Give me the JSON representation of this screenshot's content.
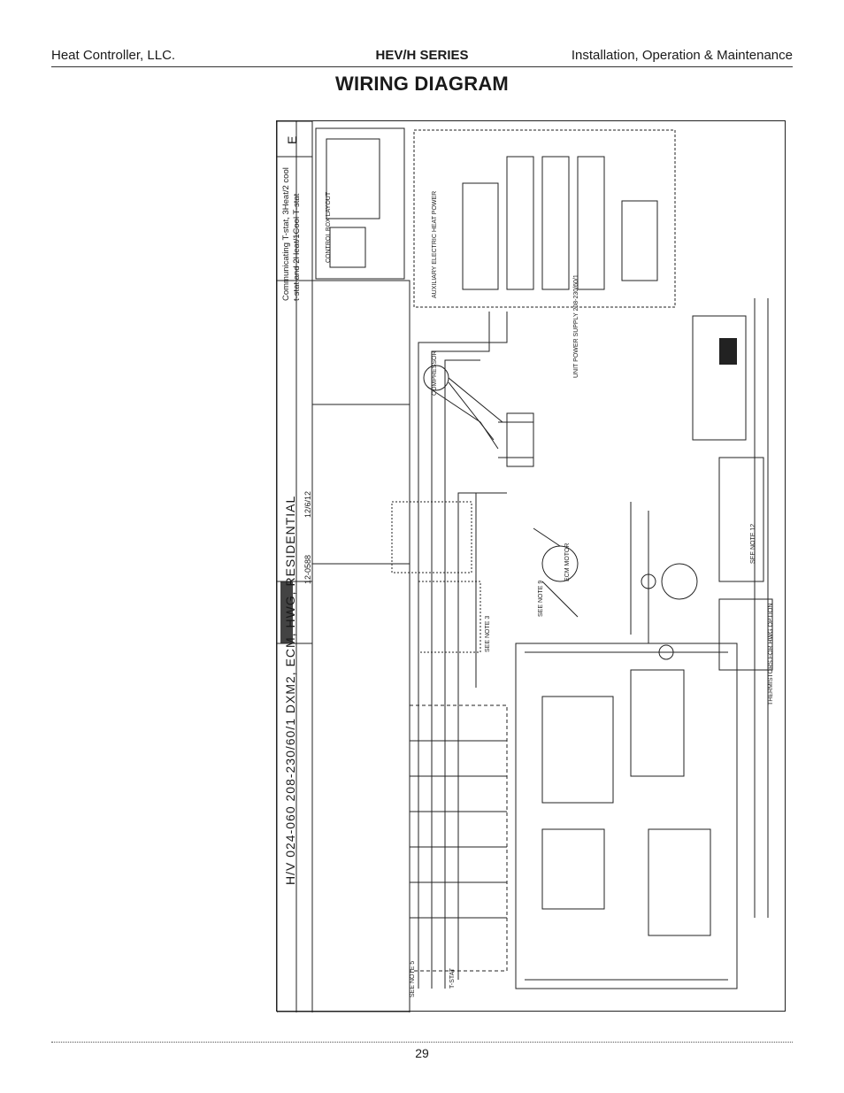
{
  "header": {
    "company": "Heat Controller, LLC.",
    "series": "HEV/H SERIES",
    "manual": "Installation, Operation & Maintenance"
  },
  "page_title": "WIRING DIAGRAM",
  "diagram": {
    "title": "H/V 024-060 208-230/60/1 DXM2, ECM, HWG, RESIDENTIAL",
    "drawing_number": "12-0588",
    "date": "12/6/12",
    "revision": "E",
    "description_line1": "Communicating T-stat, 3Heat/2 cool",
    "description_line2": "t-stat and 2Heat/1Cool T-stat",
    "labels": {
      "see_note_12": "SEE NOTE 12",
      "see_note_9": "SEE NOTE 9",
      "see_note_5": "SEE NOTE 5",
      "see_note_3": "SEE NOTE 3",
      "compressor": "COMPRESSOR",
      "ecm_motor": "ECM MOTOR",
      "t_stat": "T-STAT",
      "aux_heat": "AUXILIARY ELECTRIC HEAT POWER",
      "control_box": "CONTROL BOX LAYOUT",
      "thermistors": "THERMISTORS FOR HWG OPTION",
      "unit_power": "UNIT POWER SUPPLY 208-230/60/1"
    }
  },
  "page_number": "29"
}
